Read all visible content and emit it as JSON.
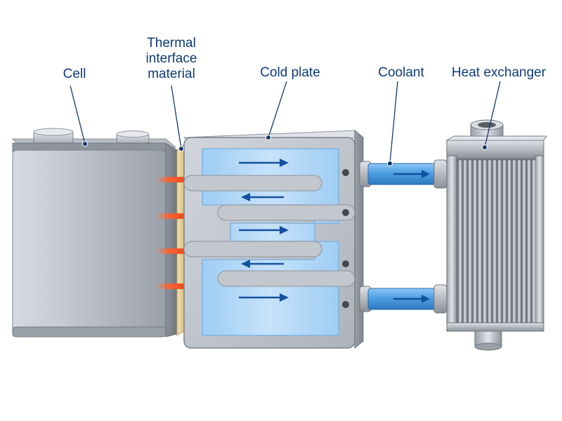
{
  "labels": {
    "cell": "Cell",
    "tim_line1": "Thermal",
    "tim_line2": "interface",
    "tim_line3": "material",
    "cold_plate": "Cold plate",
    "coolant": "Coolant",
    "heat_exchanger": "Heat exchanger"
  },
  "colors": {
    "label_text": "#0d3b78",
    "leader_line": "#123a70",
    "heat_arrow": "#f05a28",
    "coolant_blue": "#5aa9ea",
    "channel_blue": "#bcdcf8",
    "metal": "#b9bec6",
    "tim": "#ecd7a6"
  },
  "components": [
    "cell",
    "thermal-interface-material",
    "cold-plate",
    "coolant-pipes",
    "heat-exchanger"
  ],
  "flow_arrows": [
    "right",
    "left",
    "right",
    "left",
    "right"
  ],
  "heat_arrow_count": 4
}
